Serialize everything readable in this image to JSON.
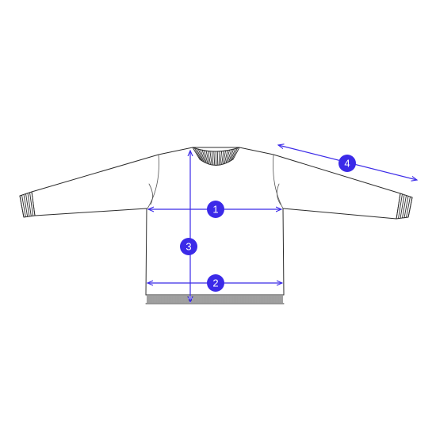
{
  "colors": {
    "measure": "#3b2ae8",
    "badge": "#3b2ae8",
    "outline": "#2b2b2b"
  },
  "measurements": [
    {
      "id": "1",
      "label": "1"
    },
    {
      "id": "2",
      "label": "2"
    },
    {
      "id": "3",
      "label": "3"
    },
    {
      "id": "4",
      "label": "4"
    }
  ]
}
